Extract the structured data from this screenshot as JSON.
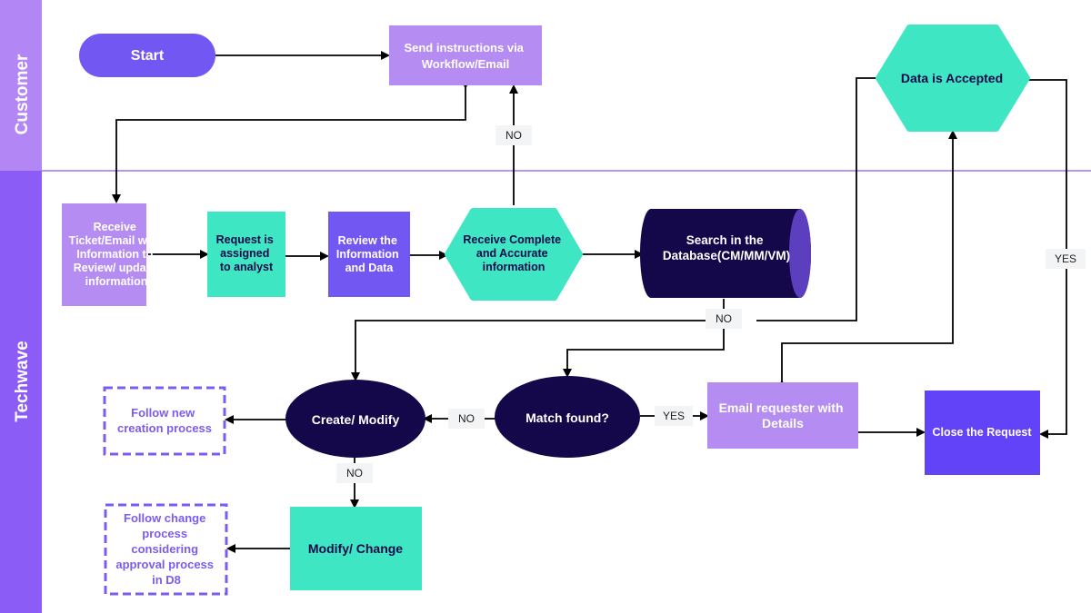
{
  "lanes": {
    "customer": "Customer",
    "techwave": "Techwave"
  },
  "nodes": {
    "start": "Start",
    "send_instructions": [
      "Send instructions via",
      "Workflow/Email"
    ],
    "data_accepted": "Data is Accepted",
    "receive_ticket": [
      "Receive",
      "Ticket/Email with",
      "Information to",
      "Review/ update",
      "information"
    ],
    "request_assigned": [
      "Request is",
      "assigned",
      "to analyst"
    ],
    "review_info": [
      "Review the",
      "Information",
      "and Data"
    ],
    "receive_complete": [
      "Receive Complete",
      "and Accurate",
      "information"
    ],
    "search_db": [
      "Search in the",
      "Database(CM/MM/VM)"
    ],
    "follow_new": [
      "Follow new",
      "creation process"
    ],
    "create_modify": "Create/ Modify",
    "match_found": "Match found?",
    "email_requester": [
      "Email requester with",
      "Details"
    ],
    "close_request": "Close the Request",
    "follow_change": [
      "Follow change",
      "process",
      "considering",
      "approval process",
      "in D8"
    ],
    "modify_change": "Modify/ Change"
  },
  "edge_labels": {
    "no_complete": "NO",
    "no_search": "NO",
    "no_match": "NO",
    "yes_match": "YES",
    "no_create": "NO",
    "yes_accepted": "YES"
  },
  "colors": {
    "lane_bar": "#8B5CF6",
    "lane_bar_light": "#B286F5",
    "divider": "#A474F0",
    "lavender": "#B48CF2",
    "purple": "#7357F2",
    "mint": "#3EE6C4",
    "navy": "#14084A",
    "dashed": "#7C5CF0",
    "blue_violet": "#6343F7"
  }
}
